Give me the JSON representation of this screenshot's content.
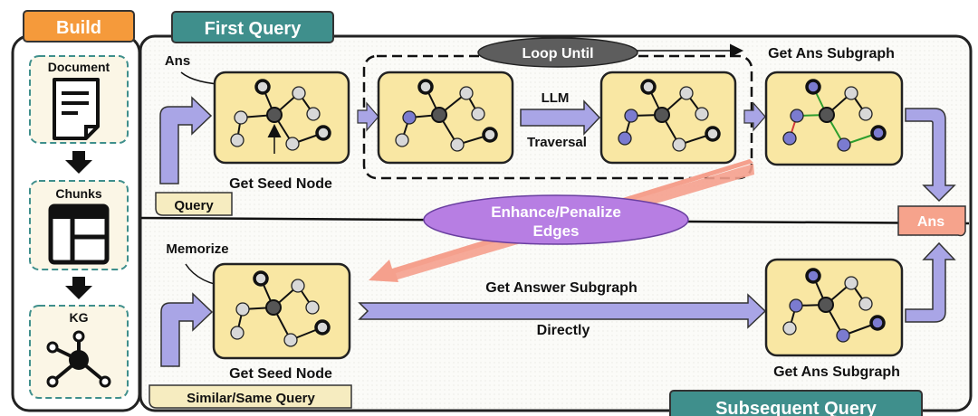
{
  "tabs": {
    "build": "Build",
    "first_query": "First Query",
    "subsequent_query": "Subsequent Query"
  },
  "build_panel": {
    "document": "Document",
    "chunks": "Chunks",
    "kg": "KG"
  },
  "first_query": {
    "ans_label": "Ans",
    "seed_caption": "Get Seed Node",
    "loop_label": "Loop Until",
    "loop_target": "Get Ans Subgraph",
    "llm_label": "LLM",
    "traversal_label": "Traversal",
    "query_tag": "Query"
  },
  "middle": {
    "enhance_line1": "Enhance/Penalize",
    "enhance_line2": "Edges",
    "ans_output": "Ans"
  },
  "subsequent": {
    "memorize_label": "Memorize",
    "seed_caption": "Get Seed Node",
    "arrow_top": "Get Answer Subgraph",
    "arrow_bottom": "Directly",
    "subgraph_caption": "Get Ans Subgraph",
    "query_tag": "Similar/Same Query"
  },
  "colors": {
    "tab_orange": "#f59a3b",
    "tab_teal": "#3f8f8c",
    "node_box": "#f9e7a3",
    "arrow_purple": "#a9a5e6",
    "enhance_ellipse": "#b77ee3",
    "feedback_arrow": "#f5a08d",
    "ans_tag": "#f6a38c",
    "seed_node": "#555555",
    "ans_node": "#7b7bd0",
    "plain_node": "#d8d8d8"
  }
}
